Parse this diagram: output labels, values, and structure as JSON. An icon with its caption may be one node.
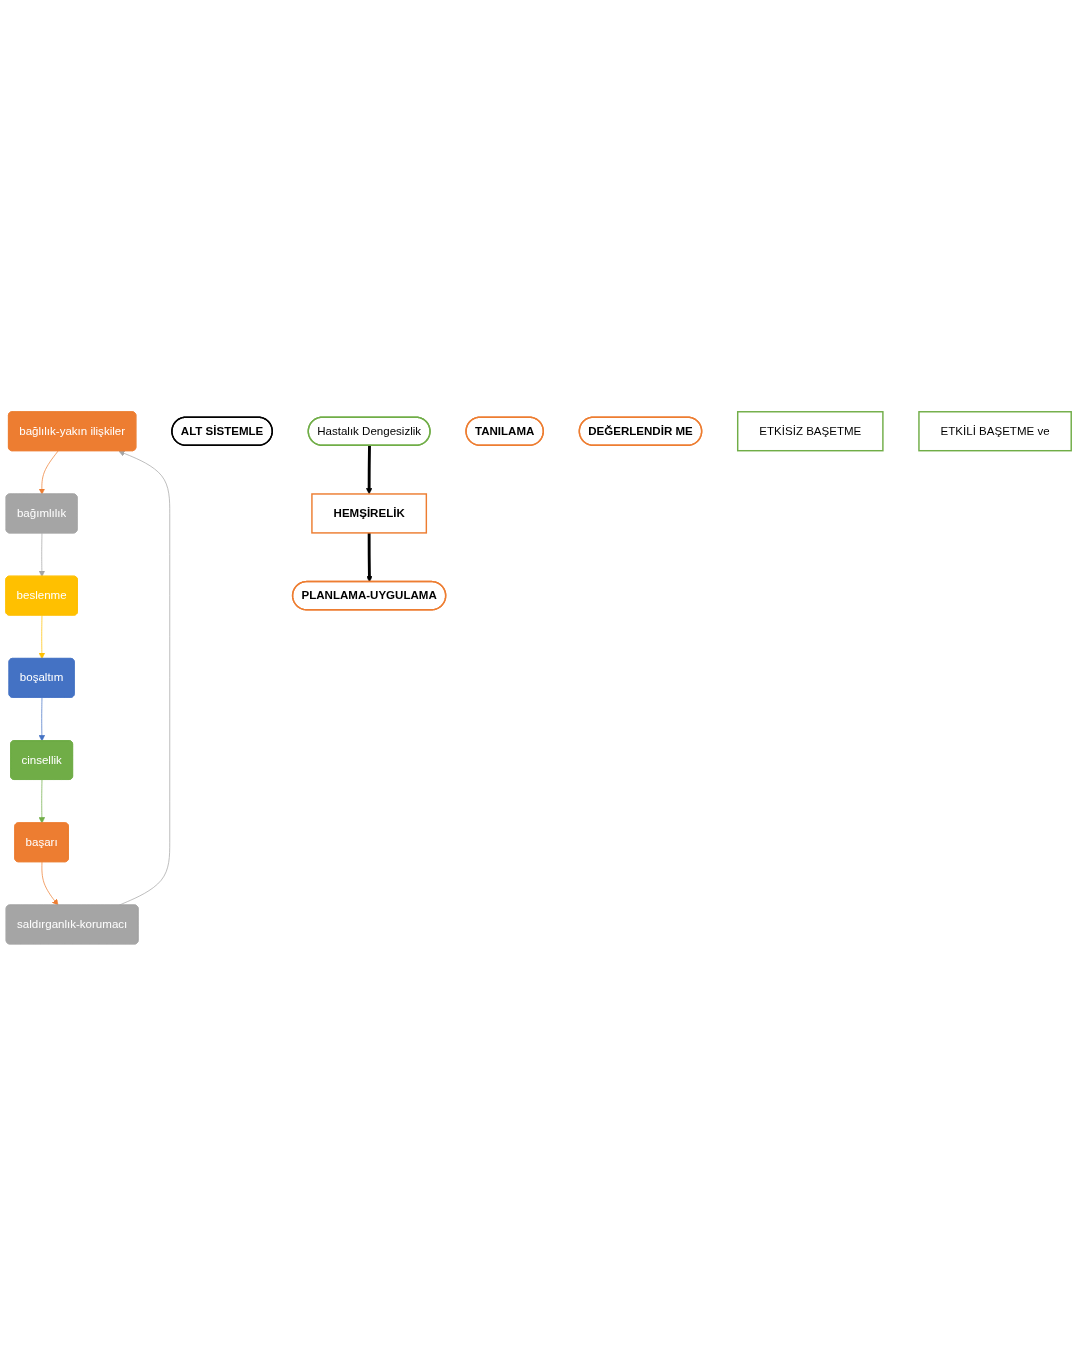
{
  "diagram": {
    "nodes": [
      {
        "text": [
          "bağlılık-yakın ilişkiler"
        ]
      },
      {
        "text": [
          "bağımlılık"
        ]
      },
      {
        "text": [
          "beslenme"
        ]
      },
      {
        "text": [
          "boşaltım"
        ]
      },
      {
        "text": [
          "cinsellik"
        ]
      },
      {
        "text": [
          "başarı"
        ]
      },
      {
        "text": [
          "saldırganlık-korumacı"
        ]
      },
      {
        "text": [
          "ALT SİSTEMLE"
        ]
      },
      {
        "text": [
          "Hastalık Dengesizlik"
        ]
      },
      {
        "text": [
          "HEMŞİRELİK"
        ]
      },
      {
        "text": [
          "TANILAMA"
        ]
      },
      {
        "text": [
          "PLANLAMA-UYGULAMA"
        ]
      },
      {
        "text": [
          "DEĞERLENDİR ME"
        ]
      },
      {
        "text": [
          "ETKİSİZ BAŞETME"
        ]
      },
      {
        "text": [
          "ETKİLİ BAŞETME ve"
        ]
      }
    ],
    "edges": [
      {
        "from": 0,
        "to": 1,
        "arrow": "to",
        "color": "#ed7d31"
      },
      {
        "from": 1,
        "to": 2,
        "arrow": "to",
        "color": "#a5a5a5"
      },
      {
        "from": 2,
        "to": 3,
        "arrow": "to",
        "color": "#ffc000"
      },
      {
        "from": 3,
        "to": 4,
        "arrow": "to",
        "color": "#4472c4"
      },
      {
        "from": 4,
        "to": 5,
        "arrow": "to",
        "color": "#70ad47"
      },
      {
        "from": 5,
        "to": 6,
        "arrow": "to",
        "color": "#ed7d31"
      },
      {
        "from": 6,
        "to": 0,
        "arrow": "to",
        "color": "#a5a5a5"
      },
      {
        "from": 8,
        "to": 9,
        "arrow": "to",
        "style": "thick",
        "color": "#000000"
      },
      {
        "from": 9,
        "to": 11,
        "arrow": "to",
        "style": "thick",
        "color": "#000000"
      }
    ]
  }
}
